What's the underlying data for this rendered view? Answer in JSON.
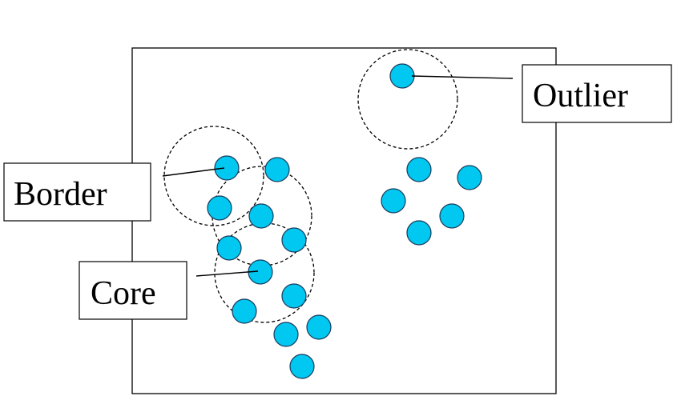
{
  "labels": {
    "border": "Border",
    "core": "Core",
    "outlier": "Outlier"
  },
  "colors": {
    "point_fill": "#00c8f0",
    "point_stroke": "#1a3a5a",
    "line": "#000000",
    "background": "#ffffff"
  }
}
